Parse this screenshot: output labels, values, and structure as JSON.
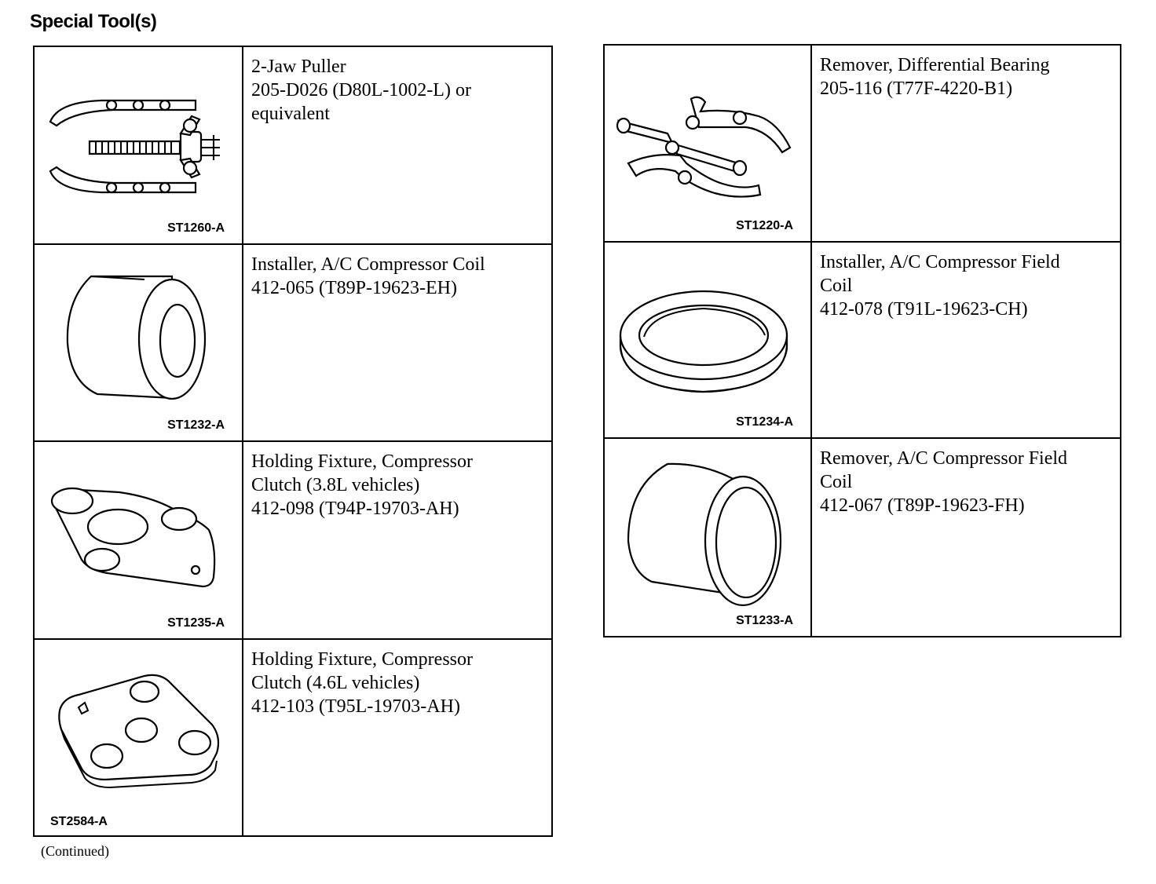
{
  "page": {
    "title": "Special Tool(s)",
    "continued": "(Continued)"
  },
  "tools_left": [
    {
      "code": "ST1260-A",
      "icon": "two-jaw-puller-icon",
      "lines": [
        "2-Jaw Puller",
        "205-D026 (D80L-1002-L) or",
        "equivalent"
      ]
    },
    {
      "code": "ST1232-A",
      "icon": "coil-installer-icon",
      "lines": [
        "Installer, A/C Compressor Coil",
        "412-065 (T89P-19623-EH)"
      ]
    },
    {
      "code": "ST1235-A",
      "icon": "holding-fixture-3-8l-icon",
      "lines": [
        "Holding Fixture, Compressor",
        "Clutch (3.8L vehicles)",
        "412-098 (T94P-19703-AH)"
      ]
    },
    {
      "code": "ST2584-A",
      "icon": "holding-fixture-4-6l-icon",
      "lines": [
        "Holding Fixture, Compressor",
        "Clutch (4.6L vehicles)",
        "412-103 (T95L-19703-AH)"
      ]
    }
  ],
  "tools_right": [
    {
      "code": "ST1220-A",
      "icon": "differential-bearing-remover-icon",
      "lines": [
        "Remover, Differential Bearing",
        "205-116 (T77F-4220-B1)"
      ]
    },
    {
      "code": "ST1234-A",
      "icon": "field-coil-installer-ring-icon",
      "lines": [
        "Installer, A/C Compressor Field",
        "Coil",
        "412-078 (T91L-19623-CH)"
      ]
    },
    {
      "code": "ST1233-A",
      "icon": "field-coil-remover-icon",
      "lines": [
        "Remover, A/C Compressor Field",
        "Coil",
        "412-067 (T89P-19623-FH)"
      ]
    }
  ]
}
